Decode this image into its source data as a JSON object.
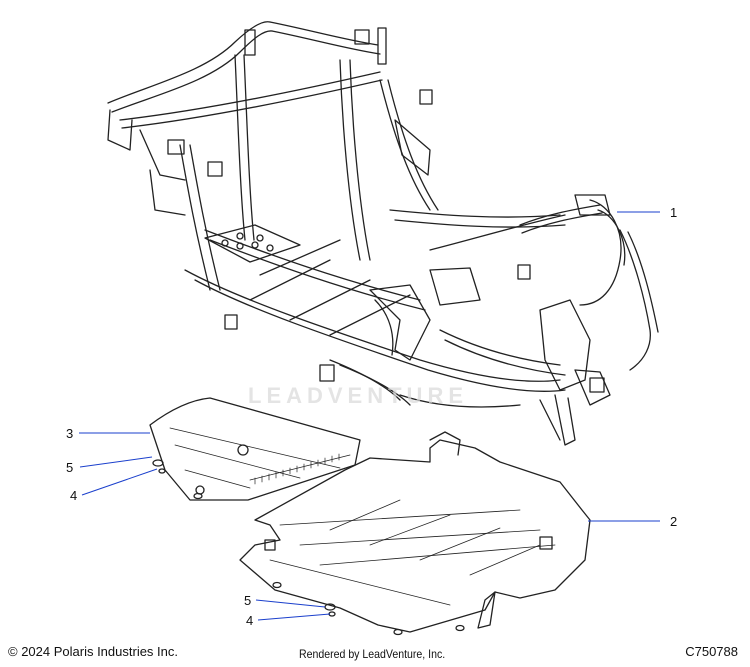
{
  "callouts": [
    {
      "id": "1",
      "label": "1"
    },
    {
      "id": "2",
      "label": "2"
    },
    {
      "id": "3",
      "label": "3"
    },
    {
      "id": "4a",
      "label": "4"
    },
    {
      "id": "4b",
      "label": "4"
    },
    {
      "id": "5a",
      "label": "5"
    },
    {
      "id": "5b",
      "label": "5"
    }
  ],
  "footer": {
    "copyright": "© 2024 Polaris Industries Inc.",
    "rendered_by": "Rendered by LeadVenture, Inc.",
    "diagram_id": "C750788"
  },
  "watermark": {
    "text": "LEADVENTURE",
    "logo": "leadventure-logo"
  },
  "colors": {
    "line": "#222222",
    "callout_line": "#1a3fcc",
    "callout_text": "#111111",
    "watermark": "#d9d9d9"
  }
}
